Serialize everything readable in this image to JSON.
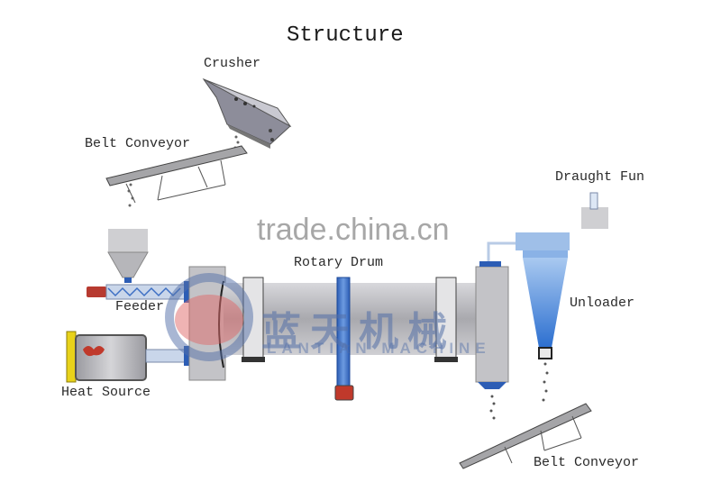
{
  "title": "Structure",
  "watermark": {
    "site": "trade.china.cn",
    "brand_cn": "蓝天机械",
    "brand_en": "LANTIAN MACHINE"
  },
  "labels": {
    "crusher": "Crusher",
    "belt_conveyor_top": "Belt Conveyor",
    "draught_fan": "Draught Fun",
    "rotary_drum": "Rotary Drum",
    "unloader": "Unloader",
    "feeder": "Feeder",
    "heat_source": "Heat Source",
    "belt_conveyor_bottom": "Belt Conveyor"
  },
  "colors": {
    "steel": "#b8b8bc",
    "blue_accent": "#3d6fc4",
    "red_motor": "#c0392b",
    "yellow_burner": "#e8d21a"
  }
}
